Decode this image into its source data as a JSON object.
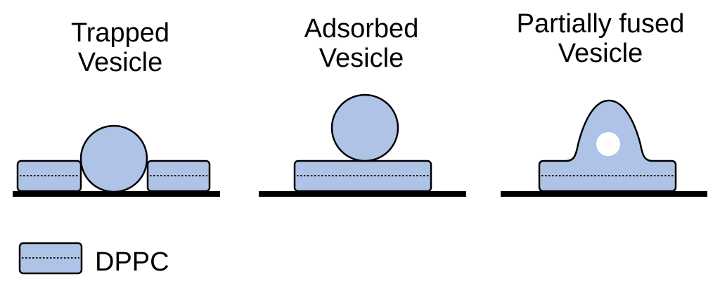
{
  "panels": [
    {
      "id": "trapped",
      "title_line1": "Trapped",
      "title_line2": "Vesicle"
    },
    {
      "id": "adsorbed",
      "title_line1": "Adsorbed",
      "title_line2": "Vesicle"
    },
    {
      "id": "partially-fused",
      "title_line1": "Partially fused",
      "title_line2": "Vesicle"
    }
  ],
  "legend": {
    "label": "DPPC",
    "symbol": "bilayer-block-icon"
  },
  "colors": {
    "bilayer_fill": "#aec3e6",
    "outline": "#000000",
    "substrate": "#000000",
    "hole_fill": "#ffffff"
  }
}
